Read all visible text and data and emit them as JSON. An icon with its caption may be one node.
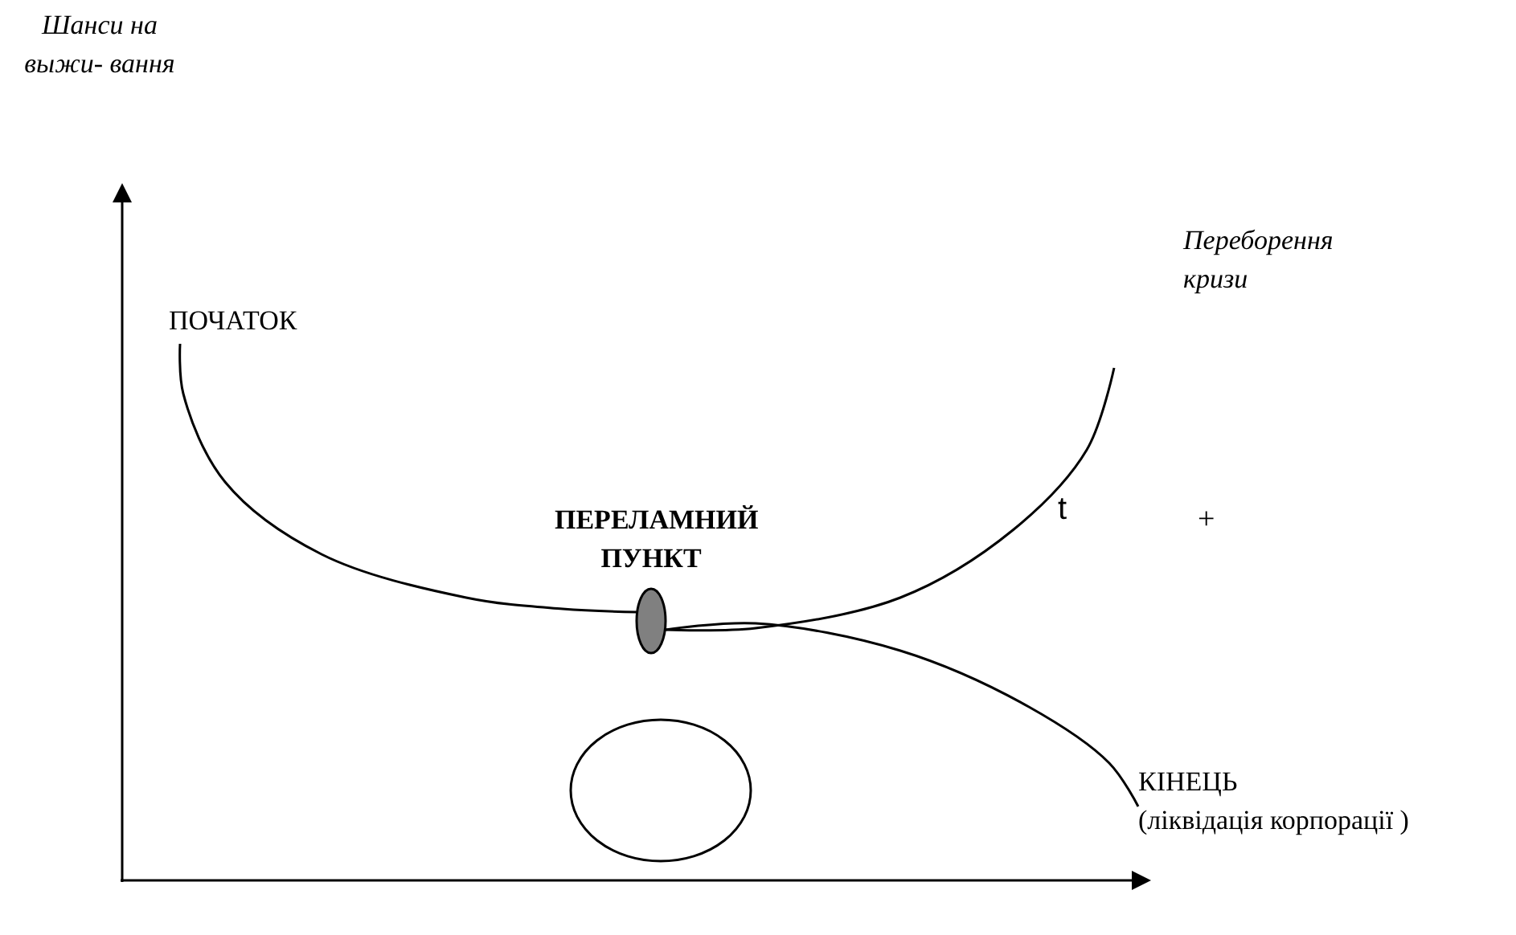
{
  "diagram": {
    "nodes": [
      {
        "text": [
          "ПОЧАТОК"
        ]
      },
      {
        "text": [
          "ПЕРЕЛАМНИЙ ПУНКТ"
        ]
      },
      {
        "text": [
          "Переборення кризи"
        ]
      },
      {
        "text": [
          "КІНЕЦЬ",
          "(ліквідація корпорації )"
        ]
      },
      {
        "text": [],
        "shape": "circle"
      }
    ],
    "edges": [
      {
        "from": 0,
        "to": 1,
        "arrow": "none"
      },
      {
        "from": 1,
        "to": 2,
        "arrow": "none"
      },
      {
        "from": 1,
        "to": 3,
        "arrow": "none"
      }
    ],
    "labels": [
      "Шанси на выжи- вання",
      "t",
      "+"
    ]
  }
}
